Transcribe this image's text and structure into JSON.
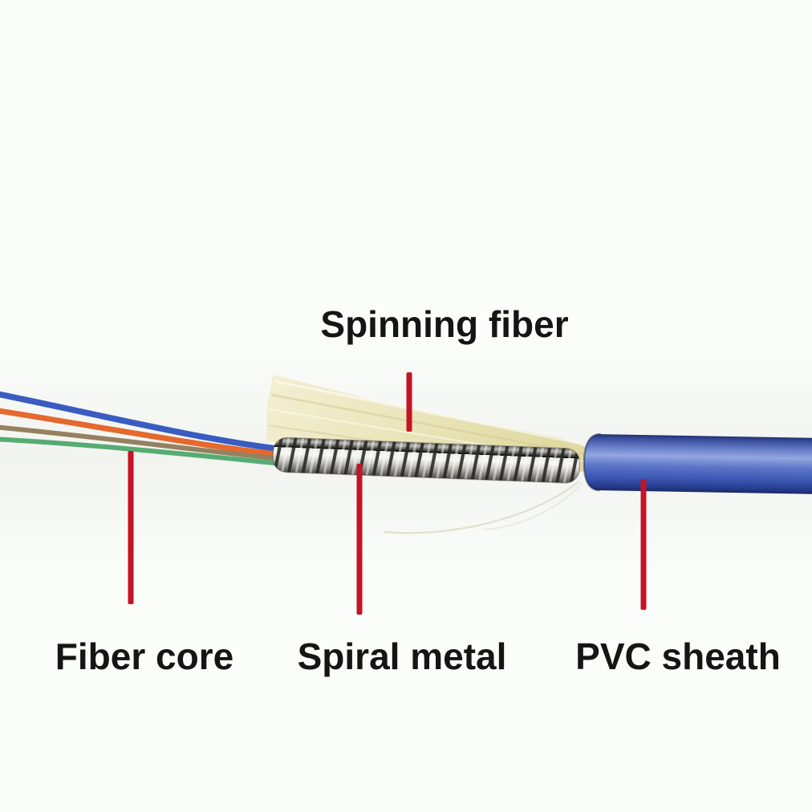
{
  "labels": {
    "spinning_fiber": "Spinning fiber",
    "fiber_core": "Fiber core",
    "spiral_metal": "Spiral metal",
    "pvc_sheath": "PVC sheath"
  },
  "annotations": [
    {
      "part": "spinning_fiber",
      "label": "Spinning fiber",
      "pointer": "red line pointing down to aramid yarn fan",
      "position": "top"
    },
    {
      "part": "fiber_core",
      "label": "Fiber core",
      "pointer": "red line pointing up to colored fibers",
      "position": "bottom"
    },
    {
      "part": "spiral_metal",
      "label": "Spiral metal",
      "pointer": "red line pointing up to coiled armor tube",
      "position": "bottom"
    },
    {
      "part": "pvc_sheath",
      "label": "PVC sheath",
      "pointer": "red line pointing up to blue jacket",
      "position": "bottom"
    }
  ],
  "colors": {
    "background": "#fbfdfb",
    "label_text": "#151515",
    "pointer_red": "#c51325",
    "wire_blue": "#3a5cc2",
    "wire_orange": "#e5682d",
    "wire_brown": "#94815f",
    "wire_green": "#56ac73",
    "spinning_fiber_yellow": "#ece7bf",
    "spinning_fiber_deep": "#e0d9a2",
    "spiral_metal_silver": "#d8d7d2",
    "spiral_metal_gap": "#35342f",
    "pvc_sheath_blue": "#3d58b4",
    "pvc_sheath_dark": "#20306f",
    "pvc_sheath_highlight": "#93a6e0"
  }
}
